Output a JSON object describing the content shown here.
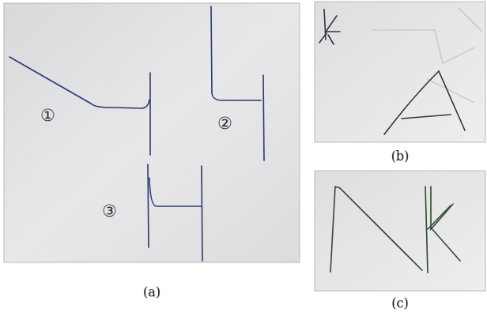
{
  "diagram": {
    "labels": [
      "①",
      "②",
      "③",
      "(a)",
      "(b)",
      "(c)"
    ]
  }
}
